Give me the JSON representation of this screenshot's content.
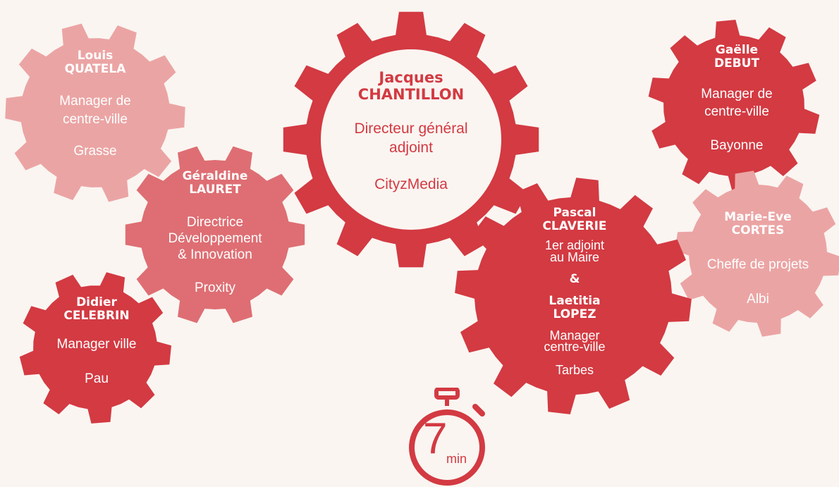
{
  "theme": {
    "background": "#faf5f1",
    "gear_dark": "#d33a42",
    "gear_medium": "#de6e73",
    "gear_light": "#eba4a4",
    "hub": "#faf5f1"
  },
  "gears": {
    "jacques": {
      "first_name": "Jacques",
      "last_name": "CHANTILLON",
      "role": [
        "Directeur général",
        "adjoint"
      ],
      "company": "CityzMedia",
      "color": "dark"
    },
    "louis": {
      "first_name": "Louis",
      "last_name": "QUATELA",
      "role": [
        "Manager de",
        "centre-ville"
      ],
      "city": "Grasse",
      "color": "light"
    },
    "geraldine": {
      "first_name": "Géraldine",
      "last_name": "LAURET",
      "role": [
        "Directrice",
        "Développement",
        "& Innovation"
      ],
      "company": "Proxity",
      "color": "medium"
    },
    "didier": {
      "first_name": "Didier",
      "last_name": "CELEBRIN",
      "role": [
        "Manager ville"
      ],
      "city": "Pau",
      "color": "dark"
    },
    "gaelle": {
      "first_name": "Gaëlle",
      "last_name": "DEBUT",
      "role": [
        "Manager de",
        "centre-ville"
      ],
      "city": "Bayonne",
      "color": "dark"
    },
    "pascal_laetitia": {
      "first_name_1": "Pascal",
      "last_name_1": "CLAVERIE",
      "role_1": [
        "1er adjoint",
        "au Maire"
      ],
      "conjunction": "&",
      "first_name_2": "Laetitia",
      "last_name_2": "LOPEZ",
      "role_2": [
        "Manager",
        "centre-ville"
      ],
      "city": "Tarbes",
      "color": "dark"
    },
    "marie_eve": {
      "first_name": "Marie-Eve",
      "last_name": "CORTES",
      "role": [
        "Cheffe de projets"
      ],
      "city": "Albi",
      "color": "light"
    }
  },
  "timer": {
    "icon": "stopwatch-icon",
    "value": "7",
    "unit": "min"
  }
}
